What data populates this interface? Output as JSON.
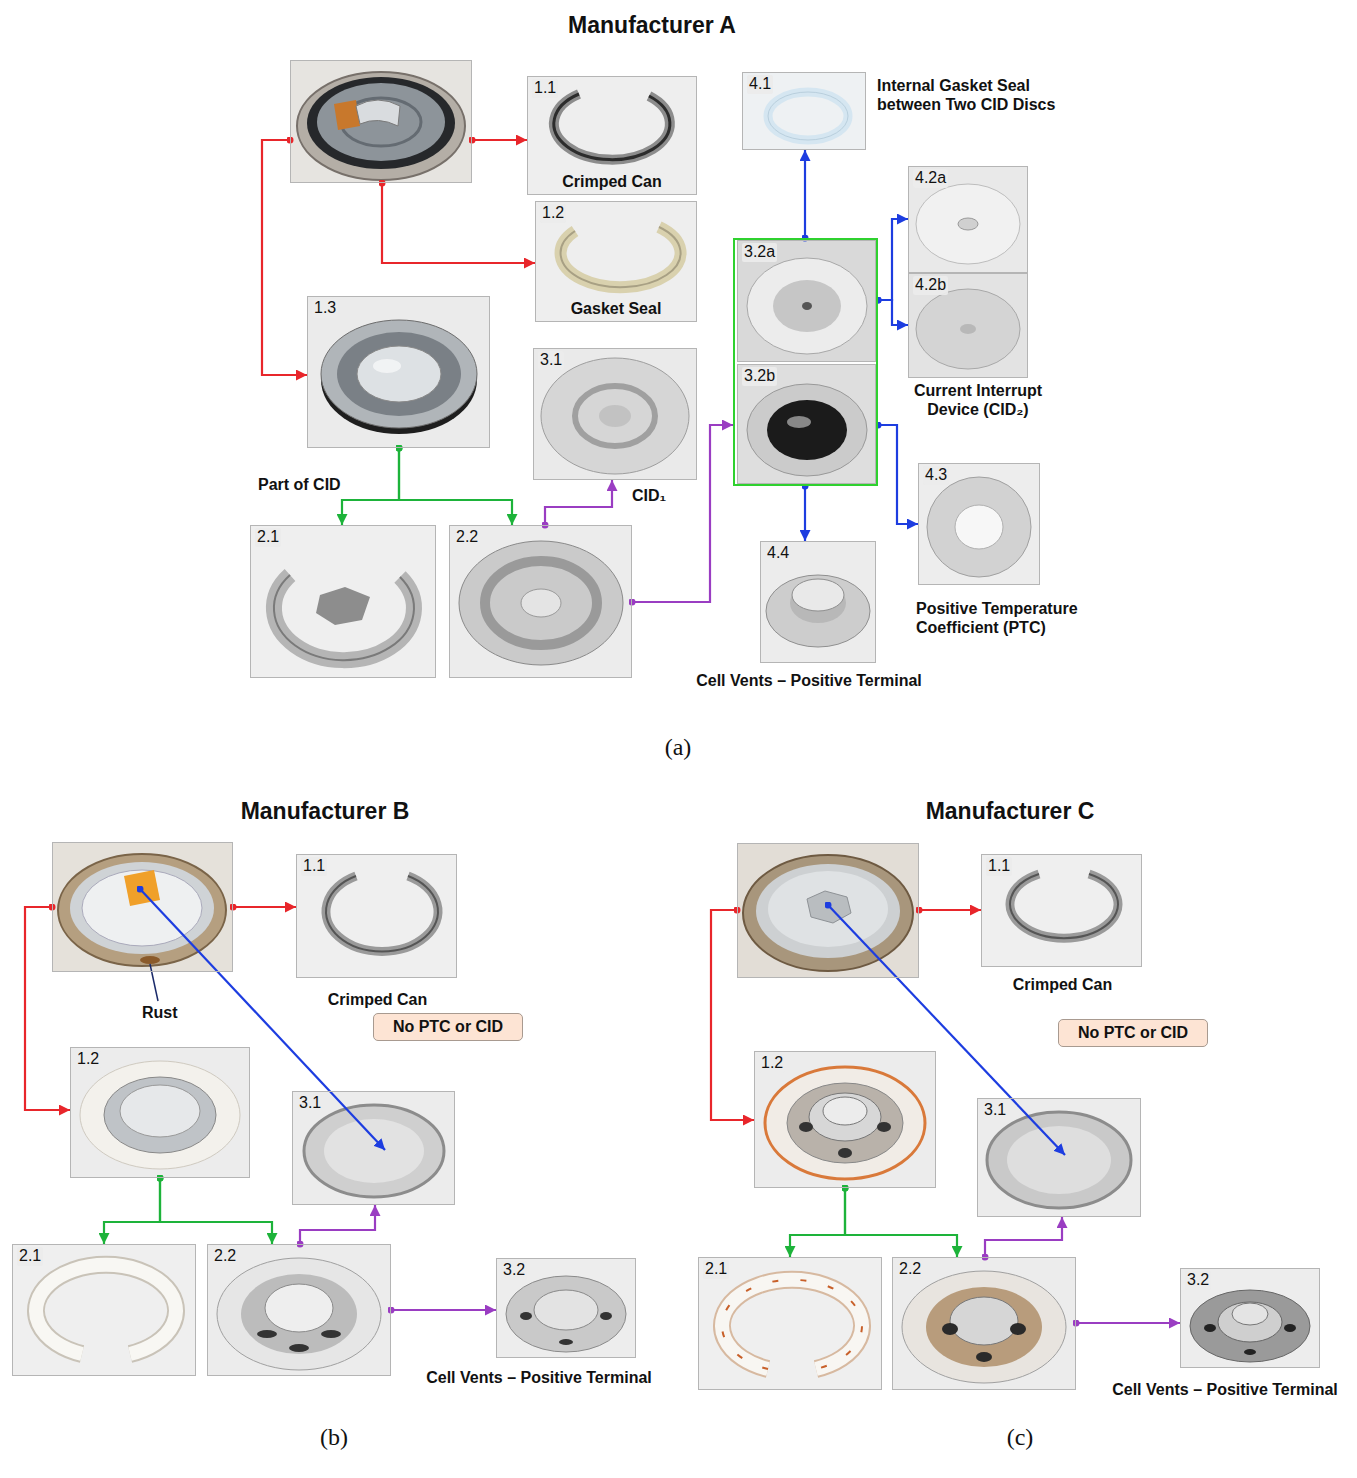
{
  "diagram": {
    "nodes": [
      {
        "text": []
      },
      {
        "text": [
          "1.1",
          "Crimped Can"
        ]
      },
      {
        "text": [
          "1.2",
          "Gasket Seal"
        ]
      },
      {
        "text": [
          "1.3"
        ]
      },
      {
        "text": [
          "2.1"
        ]
      },
      {
        "text": [
          "2.2"
        ]
      },
      {
        "text": [
          "3.1"
        ]
      },
      {
        "text": []
      },
      {
        "text": [
          "3.2a"
        ],
        "in": 7
      },
      {
        "text": [
          "3.2b"
        ],
        "in": 7
      },
      {
        "text": [
          "4.1",
          "Internal Gasket Seal between Two CID Discs"
        ]
      },
      {
        "text": [
          "4.2a"
        ]
      },
      {
        "text": [
          "4.2b"
        ]
      },
      {
        "text": [
          "4.3",
          "Positive Temperature Coefficient (PTC)"
        ]
      },
      {
        "text": [
          "4.4",
          "Cell Vents – Positive Terminal"
        ]
      },
      {
        "text": []
      },
      {
        "text": [
          "1.1",
          "Crimped Can"
        ]
      },
      {
        "text": [
          "No PTC or CID"
        ]
      },
      {
        "text": [
          "1.2"
        ]
      },
      {
        "text": [
          "3.1"
        ]
      },
      {
        "text": [
          "2.1"
        ]
      },
      {
        "text": [
          "2.2"
        ]
      },
      {
        "text": [
          "3.2",
          "Cell Vents – Positive Terminal"
        ]
      },
      {
        "text": []
      },
      {
        "text": [
          "1.1",
          "Crimped Can"
        ]
      },
      {
        "text": [
          "No PTC or CID"
        ]
      },
      {
        "text": [
          "1.2"
        ]
      },
      {
        "text": [
          "3.1"
        ]
      },
      {
        "text": [
          "2.1"
        ]
      },
      {
        "text": [
          "2.2"
        ]
      },
      {
        "text": [
          "3.2",
          "Cell Vents – Positive Terminal"
        ]
      }
    ],
    "edges": [
      {
        "from": 0,
        "to": 1,
        "arrow": "to"
      },
      {
        "from": 0,
        "to": 2,
        "arrow": "to"
      },
      {
        "from": 0,
        "to": 3,
        "arrow": "to"
      },
      {
        "from": 3,
        "to": 4,
        "arrow": "to"
      },
      {
        "from": 3,
        "to": 5,
        "arrow": "to"
      },
      {
        "from": 5,
        "to": 6,
        "arrow": "to"
      },
      {
        "from": 5,
        "to": 7,
        "arrow": "to"
      },
      {
        "from": 7,
        "to": 10,
        "arrow": "to"
      },
      {
        "from": 7,
        "to": 11,
        "arrow": "to"
      },
      {
        "from": 7,
        "to": 12,
        "arrow": "to"
      },
      {
        "from": 7,
        "to": 13,
        "arrow": "to"
      },
      {
        "from": 7,
        "to": 14,
        "arrow": "to"
      },
      {
        "from": 15,
        "to": 16,
        "arrow": "to"
      },
      {
        "from": 15,
        "to": 18,
        "arrow": "to"
      },
      {
        "from": 15,
        "to": 19,
        "arrow": "to"
      },
      {
        "from": 18,
        "to": 20,
        "arrow": "to"
      },
      {
        "from": 18,
        "to": 21,
        "arrow": "to"
      },
      {
        "from": 21,
        "to": 19,
        "arrow": "to"
      },
      {
        "from": 21,
        "to": 22,
        "arrow": "to"
      },
      {
        "from": 23,
        "to": 24,
        "arrow": "to"
      },
      {
        "from": 23,
        "to": 26,
        "arrow": "to"
      },
      {
        "from": 23,
        "to": 27,
        "arrow": "to"
      },
      {
        "from": 26,
        "to": 28,
        "arrow": "to"
      },
      {
        "from": 26,
        "to": 29,
        "arrow": "to"
      },
      {
        "from": 29,
        "to": 27,
        "arrow": "to"
      },
      {
        "from": 29,
        "to": 30,
        "arrow": "to"
      }
    ],
    "labels": [
      "Manufacturer A",
      "Part of CID",
      "CID₁",
      "Current Interrupt Device (CID₂)",
      "(a)",
      "Manufacturer B",
      "Rust",
      "(b)",
      "Manufacturer C",
      "(c)"
    ]
  }
}
